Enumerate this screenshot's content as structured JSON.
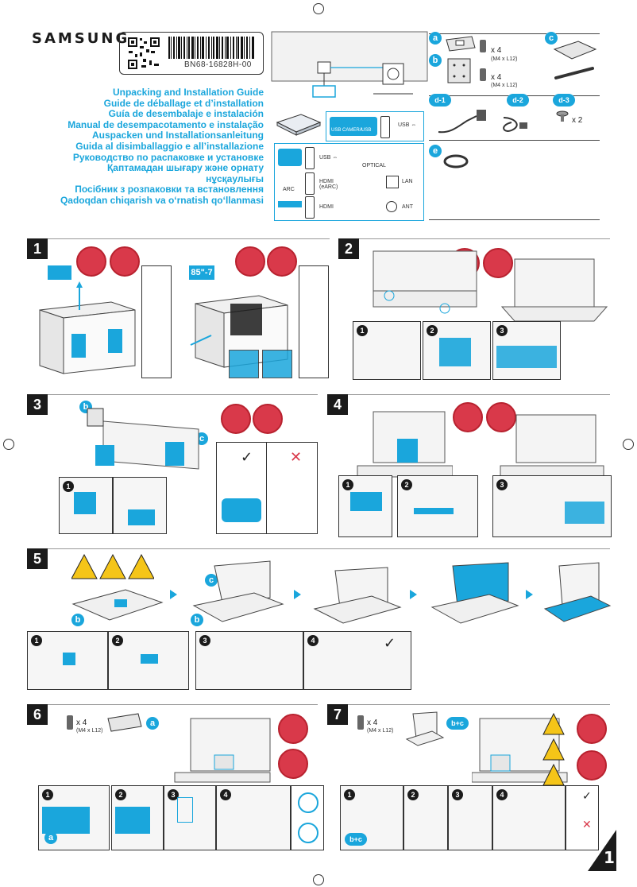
{
  "brand": {
    "logo": "SAMSUNG"
  },
  "label": {
    "code": "BN68-16828H-00"
  },
  "titles": [
    "Unpacking and Installation Guide",
    "Guide de déballage et d’installation",
    "Guía de desembalaje e instalación",
    "Manual de desempacotamento e instalação",
    "Auspacken und Installationsanleitung",
    "Guida al disimballaggio e all’installazione",
    "Руководство по распаковке и установке",
    "Қаптамадан шығару және орнату нұсқаулығы",
    "Посібник з розпаковки та встановлення",
    "Qadoqdan chiqarish va o‘rnatish qo‘llanmasi"
  ],
  "ports": {
    "top": [
      "USB CAMERA",
      "USB",
      "USB ⇔"
    ],
    "grid": [
      {
        "left": "USB",
        "right": "USB ⇔"
      },
      {
        "left": "OPTICAL",
        "right": ""
      },
      {
        "left": "ARC",
        "right": "HDMI (eARC)"
      },
      {
        "left": "",
        "right": "LAN"
      },
      {
        "left": "",
        "right": "HDMI"
      },
      {
        "left": "",
        "right": "ANT"
      }
    ]
  },
  "parts": {
    "a": {
      "label": "a",
      "qty": "x 4",
      "spec": "(M4 x L12)"
    },
    "b": {
      "label": "b",
      "qty": "x 4",
      "spec": "(M4 x L12)"
    },
    "c": {
      "label": "c"
    },
    "d1": {
      "label": "d-1"
    },
    "d2": {
      "label": "d-2"
    },
    "d3": {
      "label": "d-3",
      "qty": "x 2"
    },
    "e": {
      "label": "e"
    }
  },
  "steps": [
    {
      "num": "1",
      "size_tag": "85\"-7"
    },
    {
      "num": "2"
    },
    {
      "num": "3",
      "labels": [
        "b",
        "c"
      ]
    },
    {
      "num": "4"
    },
    {
      "num": "5",
      "labels": [
        "c",
        "b",
        "b"
      ]
    },
    {
      "num": "6",
      "qty": "x 4",
      "spec": "(M4 x L12)",
      "labels": [
        "a",
        "a"
      ]
    },
    {
      "num": "7",
      "qty": "x 4",
      "spec": "(M4 x L12)",
      "labels": [
        "b+c",
        "b+c"
      ]
    }
  ],
  "colors": {
    "accent": "#1aa6dc",
    "dark": "#1b1b1b",
    "warn": "#d9394a",
    "caution": "#f5c518"
  }
}
